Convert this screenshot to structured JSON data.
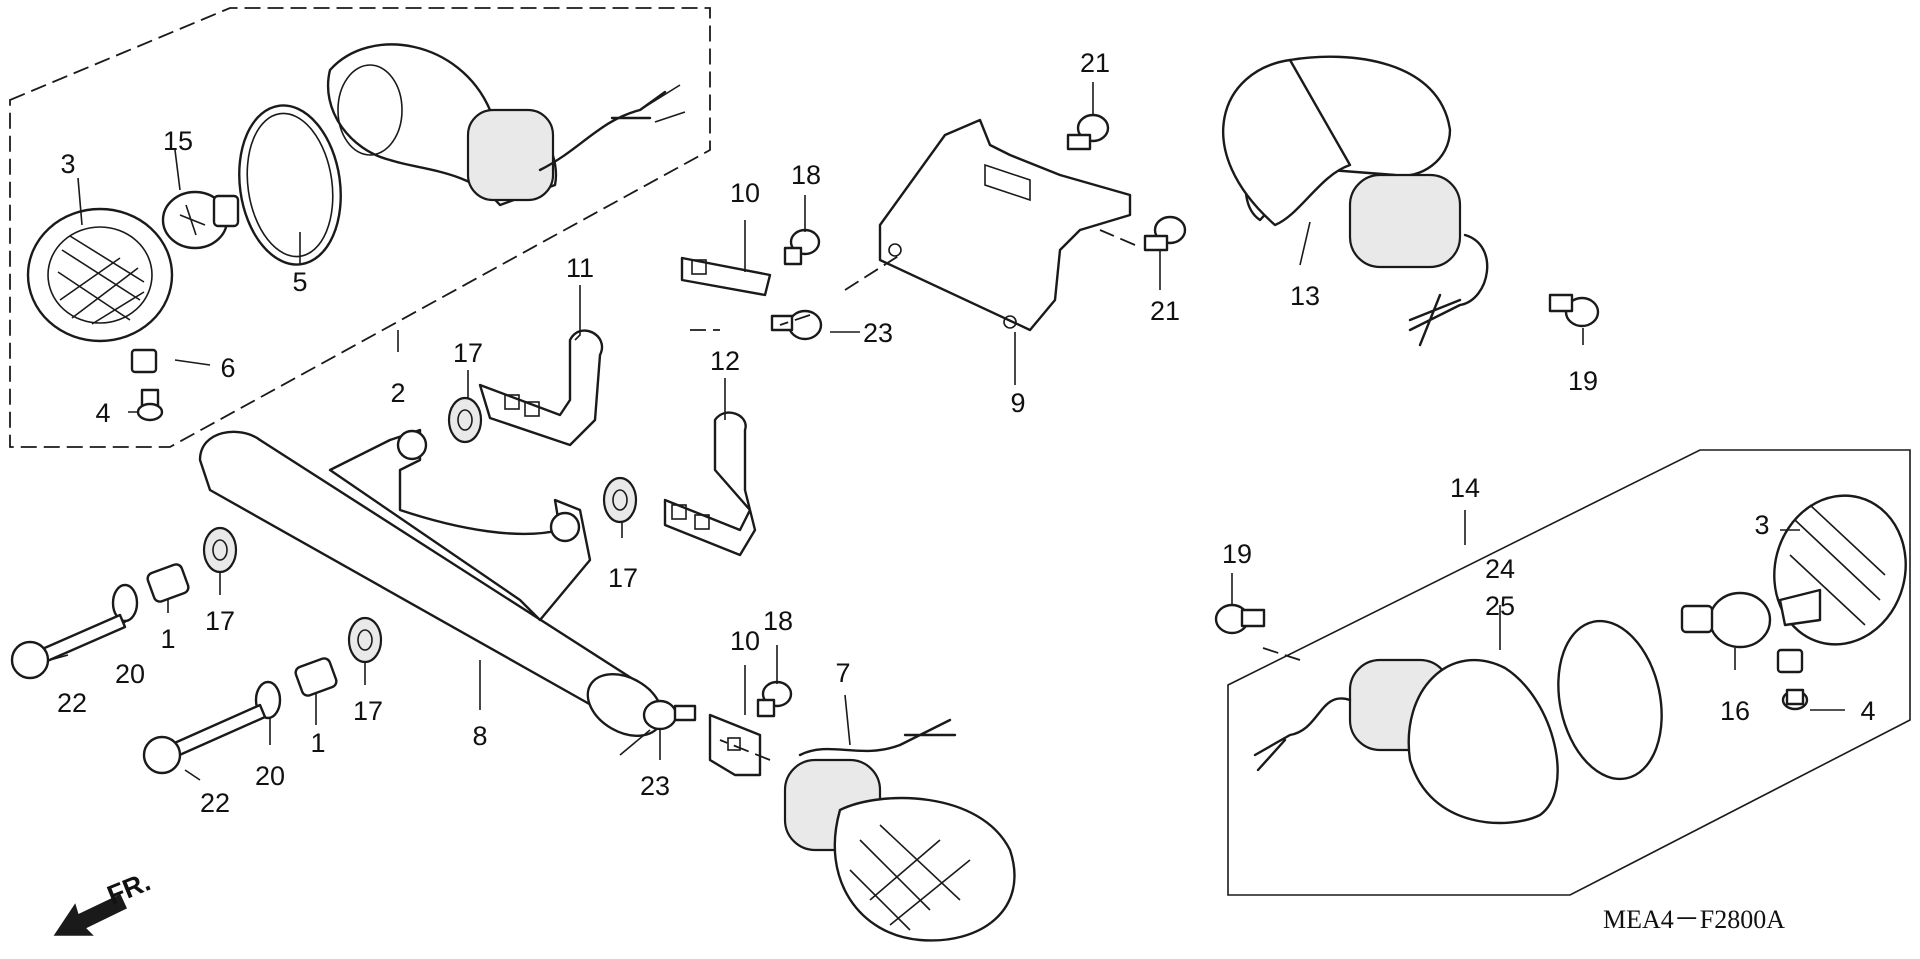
{
  "callouts": [
    {
      "id": "c3a",
      "text": "3"
    },
    {
      "id": "c15",
      "text": "15"
    },
    {
      "id": "c5",
      "text": "5"
    },
    {
      "id": "c6a",
      "text": "6"
    },
    {
      "id": "c4a",
      "text": "4"
    },
    {
      "id": "c2",
      "text": "2"
    },
    {
      "id": "c10a",
      "text": "10"
    },
    {
      "id": "c18a",
      "text": "18"
    },
    {
      "id": "c23a",
      "text": "23"
    },
    {
      "id": "c11",
      "text": "11"
    },
    {
      "id": "c17a",
      "text": "17"
    },
    {
      "id": "c12",
      "text": "12"
    },
    {
      "id": "c17b",
      "text": "17"
    },
    {
      "id": "c21a",
      "text": "21"
    },
    {
      "id": "c21b",
      "text": "21"
    },
    {
      "id": "c9",
      "text": "9"
    },
    {
      "id": "c13",
      "text": "13"
    },
    {
      "id": "c19a",
      "text": "19"
    },
    {
      "id": "c14",
      "text": "14"
    },
    {
      "id": "c19b",
      "text": "19"
    },
    {
      "id": "c24",
      "text": "24"
    },
    {
      "id": "c25",
      "text": "25"
    },
    {
      "id": "c3b",
      "text": "3"
    },
    {
      "id": "c16",
      "text": "16"
    },
    {
      "id": "c4b",
      "text": "4"
    },
    {
      "id": "c17c",
      "text": "17"
    },
    {
      "id": "c1a",
      "text": "1"
    },
    {
      "id": "c20a",
      "text": "20"
    },
    {
      "id": "c22a",
      "text": "22"
    },
    {
      "id": "c17d",
      "text": "17"
    },
    {
      "id": "c1b",
      "text": "1"
    },
    {
      "id": "c20b",
      "text": "20"
    },
    {
      "id": "c22b",
      "text": "22"
    },
    {
      "id": "c8",
      "text": "8"
    },
    {
      "id": "c10b",
      "text": "10"
    },
    {
      "id": "c18b",
      "text": "18"
    },
    {
      "id": "c7",
      "text": "7"
    },
    {
      "id": "c23b",
      "text": "23"
    }
  ],
  "direction_label": "FR.",
  "diagram_code": "MEA4－F2800A"
}
